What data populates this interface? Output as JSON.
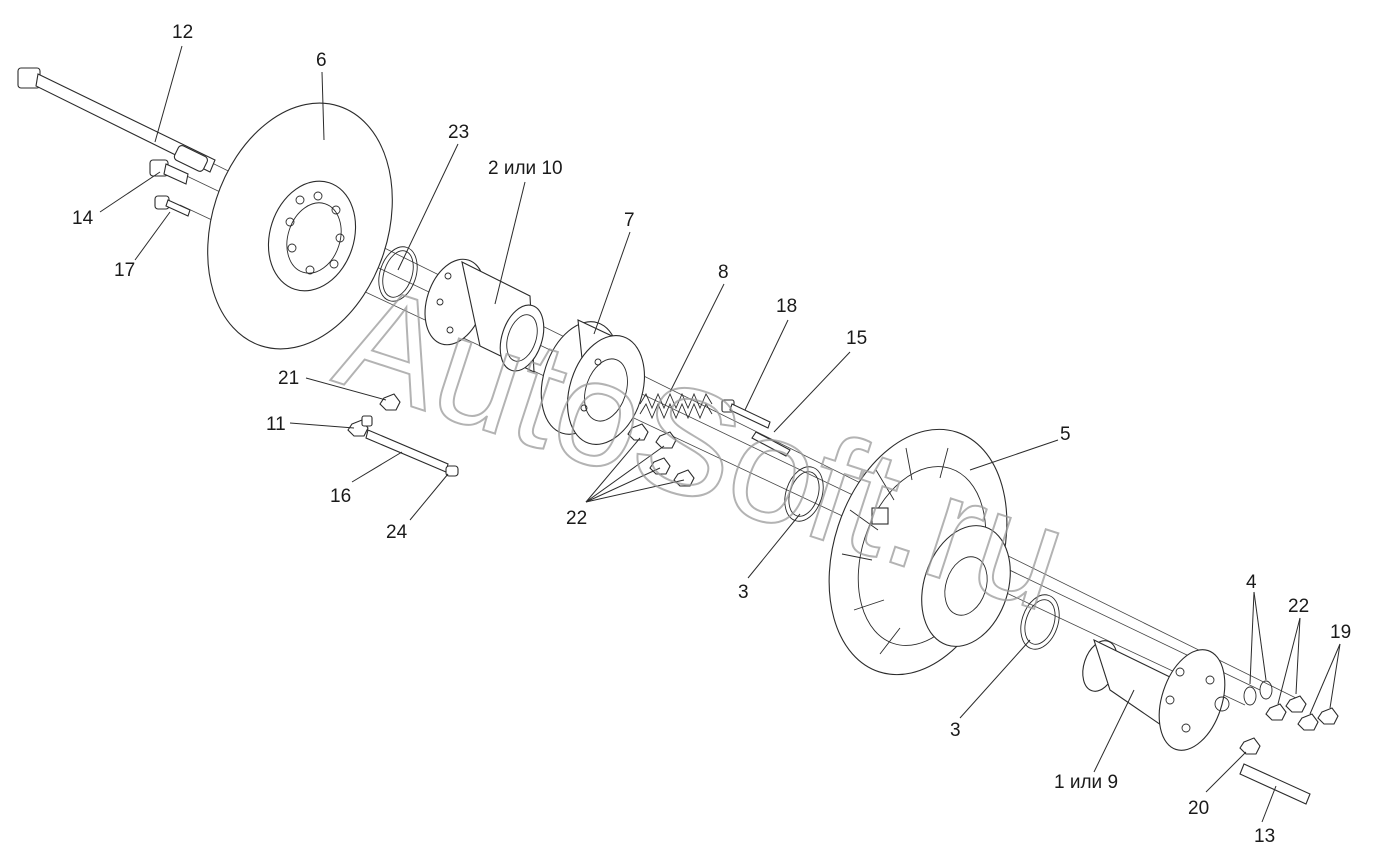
{
  "watermark": "AutoSoft.ru",
  "labels": {
    "l12": "12",
    "l6": "6",
    "l23": "23",
    "l2_10": "2 или 10",
    "l14": "14",
    "l17": "17",
    "l7": "7",
    "l8": "8",
    "l18": "18",
    "l15": "15",
    "l21": "21",
    "l11": "11",
    "l16": "16",
    "l24": "24",
    "l22a": "22",
    "l5": "5",
    "l3a": "3",
    "l3b": "3",
    "l4": "4",
    "l22b": "22",
    "l19": "19",
    "l1_9": "1 или 9",
    "l20": "20",
    "l13": "13"
  }
}
